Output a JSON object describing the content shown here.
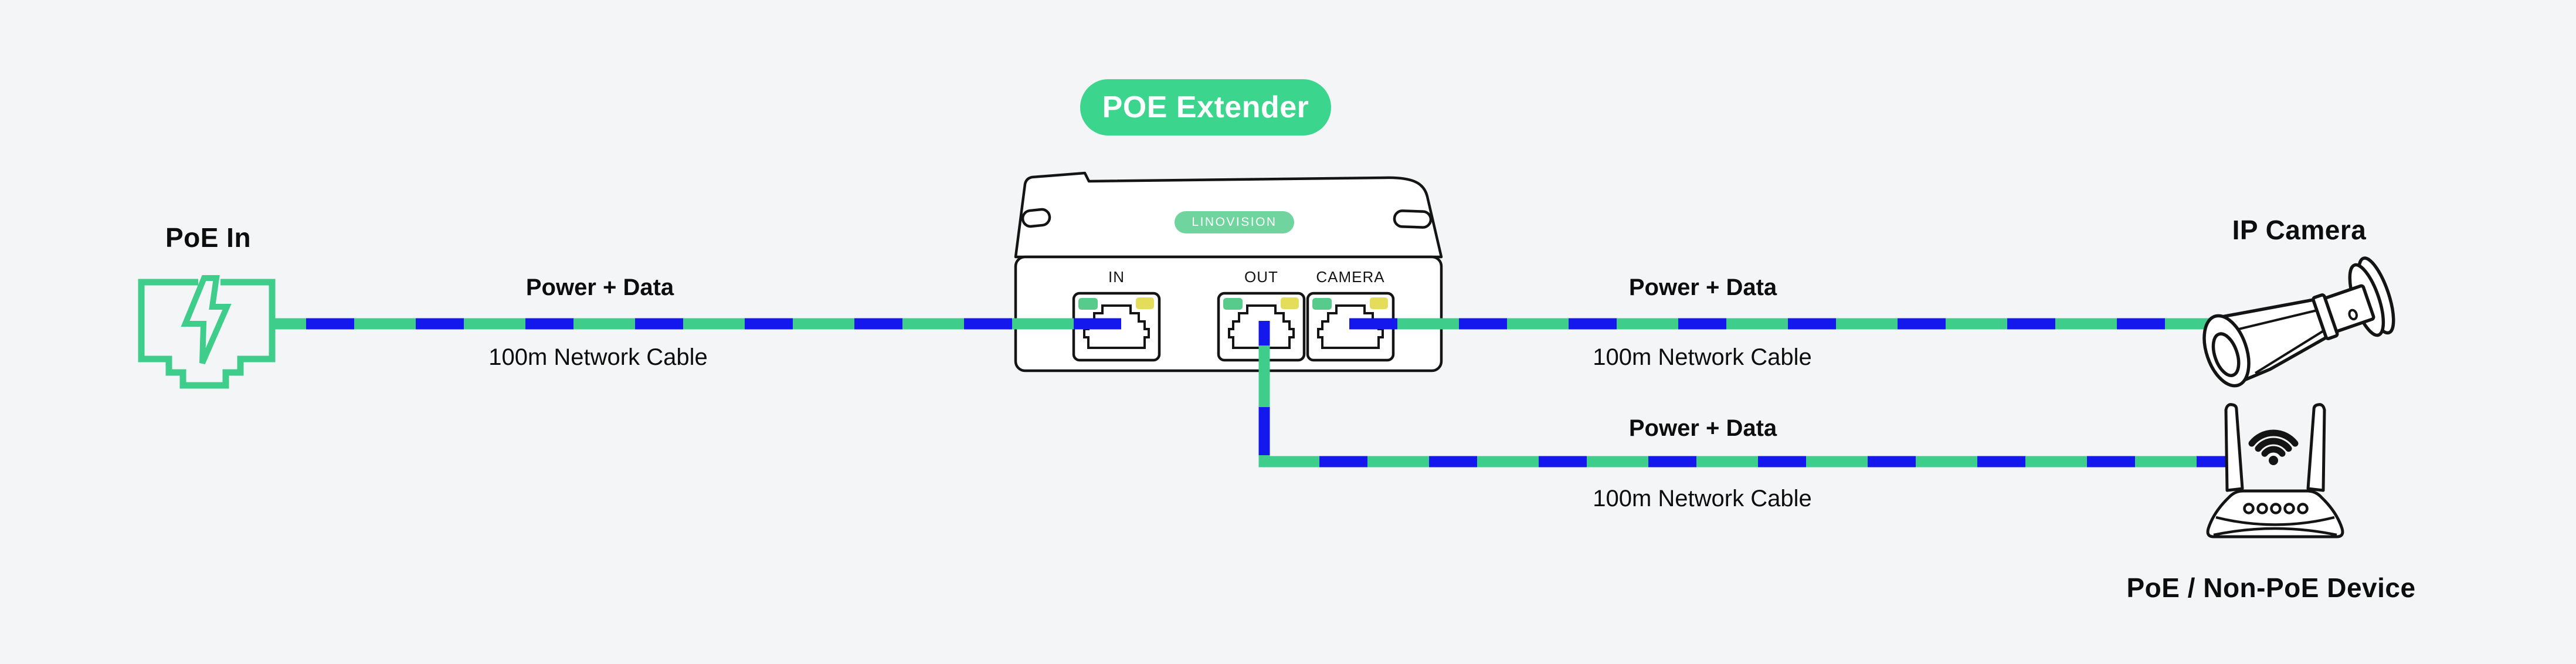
{
  "colors": {
    "background": "#F4F5F6",
    "ink": "#141414",
    "text_black": "#0D0D0D",
    "white": "#FFFFFF",
    "cable_green": "#3FCD8C",
    "cable_blue": "#1418EC",
    "badge_green": "#3CD58E",
    "logo_pill_green": "#70D49E",
    "led_green": "#57CB8C",
    "led_yellow": "#E3DD5A"
  },
  "diagram": {
    "title_badge": "POE Extender",
    "device": {
      "brand": "LINOVISION",
      "icon": "poe-extender-box-icon",
      "ports": [
        {
          "label": "IN"
        },
        {
          "label": "OUT"
        },
        {
          "label": "CAMERA"
        }
      ]
    },
    "stations": {
      "poe_in": {
        "label": "PoE In",
        "icon": "rj45-plug-lightning-icon"
      },
      "ip_camera": {
        "label": "IP Camera",
        "icon": "bullet-camera-icon"
      },
      "poe_device": {
        "label": "PoE / Non-PoE Device",
        "icon": "wifi-router-icon"
      }
    },
    "cables": [
      {
        "id": "poe-in-to-extender",
        "label_top": "Power + Data",
        "label_bottom": "100m Network Cable"
      },
      {
        "id": "extender-to-camera",
        "label_top": "Power + Data",
        "label_bottom": "100m Network Cable"
      },
      {
        "id": "extender-out-to-device",
        "label_top": "Power + Data",
        "label_bottom": "100m Network Cable"
      }
    ]
  }
}
